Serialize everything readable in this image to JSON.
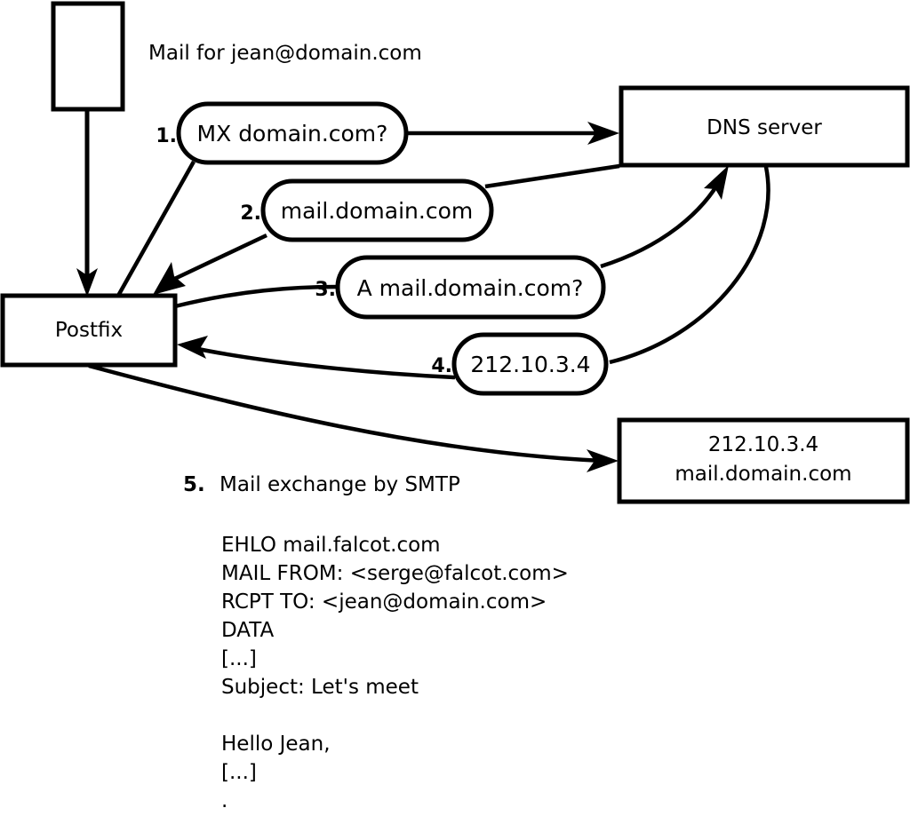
{
  "diagram": {
    "title_caption": "Mail for jean@domain.com",
    "nodes": {
      "sender_box": {
        "label": ""
      },
      "postfix": {
        "label": "Postfix"
      },
      "dns_server": {
        "label": "DNS server"
      },
      "target_server": {
        "line1": "212.10.3.4",
        "line2": "mail.domain.com"
      }
    },
    "steps": [
      {
        "num": "1.",
        "text": "MX domain.com?"
      },
      {
        "num": "2.",
        "text": "mail.domain.com"
      },
      {
        "num": "3.",
        "text": "A mail.domain.com?"
      },
      {
        "num": "4.",
        "text": "212.10.3.4"
      }
    ],
    "step5": {
      "num": "5.",
      "text": "Mail exchange by SMTP"
    },
    "smtp_transcript": [
      "EHLO mail.falcot.com",
      "MAIL FROM: <serge@falcot.com>",
      "RCPT TO: <jean@domain.com>",
      "DATA",
      "[...]",
      "Subject: Let's meet",
      "",
      "Hello Jean,",
      "[...]",
      "."
    ],
    "colors": {
      "stroke": "#000000",
      "fill": "#ffffff",
      "background": "#ffffff"
    }
  }
}
